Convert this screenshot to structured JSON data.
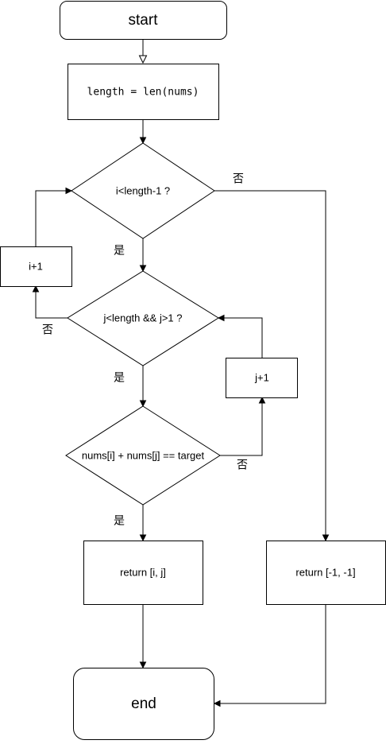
{
  "flowchart": {
    "nodes": {
      "start": "start",
      "init": "length = len(nums)",
      "outer_check": "i<length-1 ?",
      "inc_i": "i+1",
      "inner_check": "j<length && j>1 ?",
      "inc_j": "j+1",
      "sum_check": "nums[i] + nums[j] == target",
      "return_found": "return [i, j]",
      "return_not_found": "return [-1, -1]",
      "end": "end"
    },
    "labels": {
      "outer_no": "否",
      "outer_yes": "是",
      "inner_no": "否",
      "inner_yes": "是",
      "sum_no": "否",
      "sum_yes": "是"
    }
  }
}
